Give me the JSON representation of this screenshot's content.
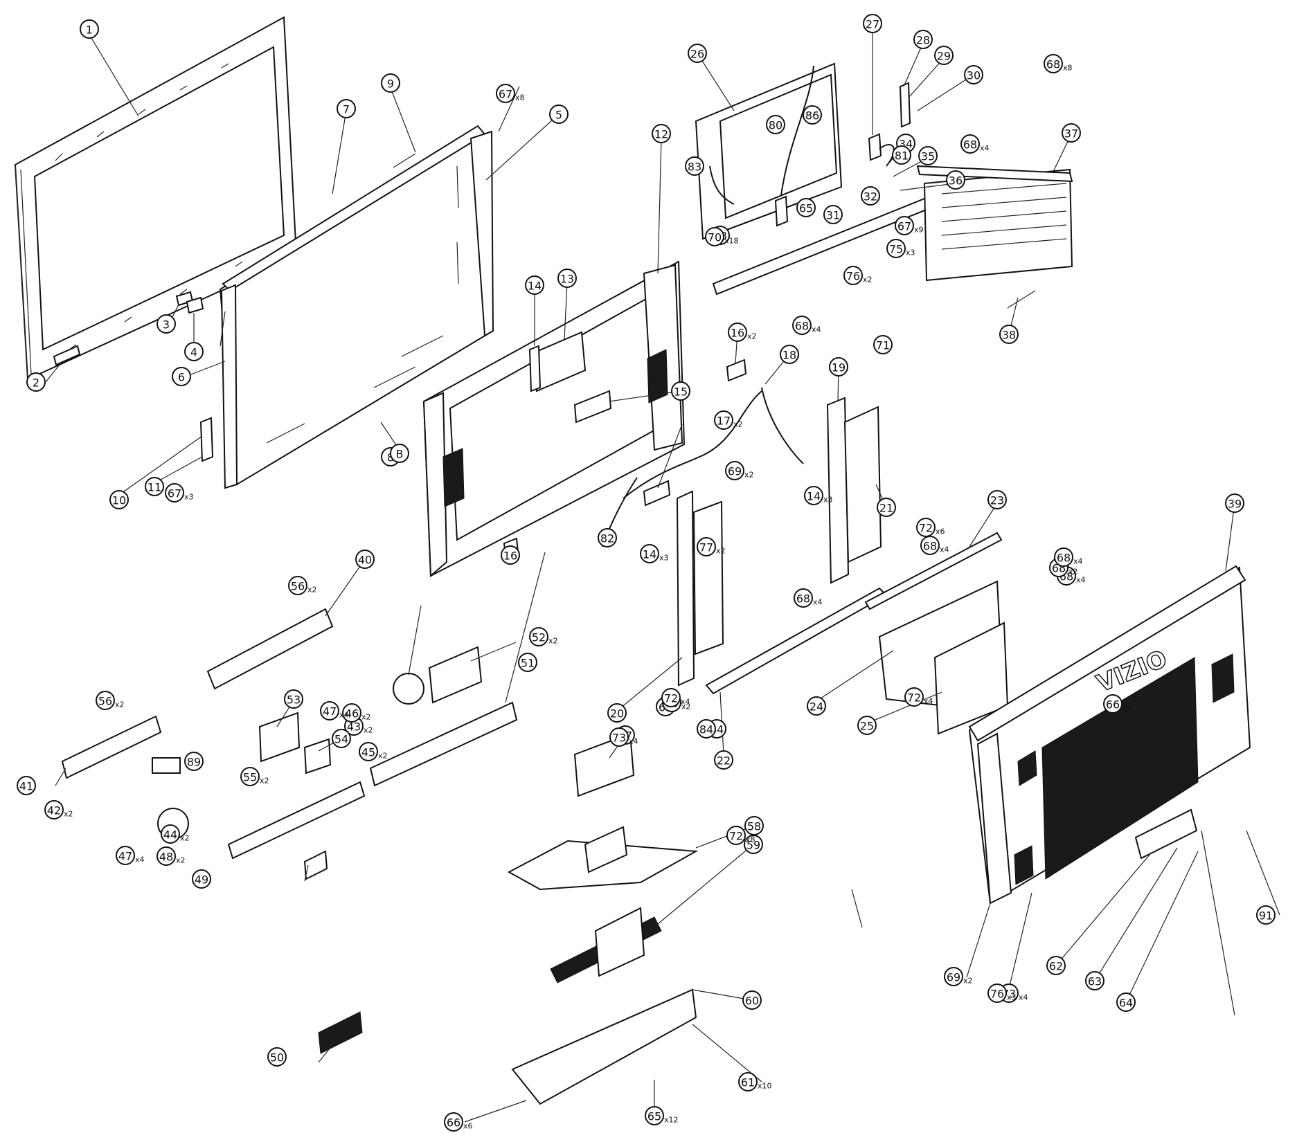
{
  "diagram": {
    "brand_mark": "VIZIO",
    "callouts": [
      {
        "label": "1",
        "qty": ""
      },
      {
        "label": "2",
        "qty": ""
      },
      {
        "label": "3",
        "qty": ""
      },
      {
        "label": "4",
        "qty": ""
      },
      {
        "label": "5",
        "qty": ""
      },
      {
        "label": "6",
        "qty": ""
      },
      {
        "label": "7",
        "qty": ""
      },
      {
        "label": "8",
        "qty": ""
      },
      {
        "label": "9",
        "qty": ""
      },
      {
        "label": "10",
        "qty": ""
      },
      {
        "label": "11",
        "qty": ""
      },
      {
        "label": "12",
        "qty": ""
      },
      {
        "label": "13",
        "qty": ""
      },
      {
        "label": "14",
        "qty": ""
      },
      {
        "label": "14",
        "qty": "x3"
      },
      {
        "label": "14",
        "qty": "x3"
      },
      {
        "label": "15",
        "qty": ""
      },
      {
        "label": "16",
        "qty": "x2"
      },
      {
        "label": "16",
        "qty": ""
      },
      {
        "label": "17",
        "qty": "x2"
      },
      {
        "label": "18",
        "qty": ""
      },
      {
        "label": "19",
        "qty": ""
      },
      {
        "label": "20",
        "qty": ""
      },
      {
        "label": "21",
        "qty": ""
      },
      {
        "label": "22",
        "qty": ""
      },
      {
        "label": "23",
        "qty": ""
      },
      {
        "label": "24",
        "qty": ""
      },
      {
        "label": "25",
        "qty": ""
      },
      {
        "label": "26",
        "qty": ""
      },
      {
        "label": "27",
        "qty": ""
      },
      {
        "label": "28",
        "qty": ""
      },
      {
        "label": "29",
        "qty": ""
      },
      {
        "label": "30",
        "qty": ""
      },
      {
        "label": "31",
        "qty": ""
      },
      {
        "label": "32",
        "qty": ""
      },
      {
        "label": "33",
        "qty": ""
      },
      {
        "label": "34",
        "qty": ""
      },
      {
        "label": "35",
        "qty": ""
      },
      {
        "label": "36",
        "qty": ""
      },
      {
        "label": "37",
        "qty": ""
      },
      {
        "label": "38",
        "qty": ""
      },
      {
        "label": "39",
        "qty": ""
      },
      {
        "label": "40",
        "qty": ""
      },
      {
        "label": "41",
        "qty": ""
      },
      {
        "label": "42",
        "qty": "x2"
      },
      {
        "label": "43",
        "qty": "x2"
      },
      {
        "label": "44",
        "qty": "x2"
      },
      {
        "label": "45",
        "qty": "x2"
      },
      {
        "label": "46",
        "qty": "x2"
      },
      {
        "label": "47",
        "qty": "x4"
      },
      {
        "label": "47",
        "qty": "x4"
      },
      {
        "label": "48",
        "qty": "x2"
      },
      {
        "label": "49",
        "qty": ""
      },
      {
        "label": "50",
        "qty": ""
      },
      {
        "label": "51",
        "qty": ""
      },
      {
        "label": "52",
        "qty": "x2"
      },
      {
        "label": "53",
        "qty": ""
      },
      {
        "label": "54",
        "qty": ""
      },
      {
        "label": "55",
        "qty": "x2"
      },
      {
        "label": "56",
        "qty": "x2"
      },
      {
        "label": "56",
        "qty": "x2"
      },
      {
        "label": "57",
        "qty": ""
      },
      {
        "label": "58",
        "qty": ""
      },
      {
        "label": "59",
        "qty": ""
      },
      {
        "label": "60",
        "qty": ""
      },
      {
        "label": "61",
        "qty": "x10"
      },
      {
        "label": "62",
        "qty": ""
      },
      {
        "label": "63",
        "qty": ""
      },
      {
        "label": "64",
        "qty": ""
      },
      {
        "label": "65",
        "qty": ""
      },
      {
        "label": "65",
        "qty": "x12"
      },
      {
        "label": "66",
        "qty": "x6"
      },
      {
        "label": "66",
        "qty": "x9"
      },
      {
        "label": "67",
        "qty": "x8"
      },
      {
        "label": "67",
        "qty": "x3"
      },
      {
        "label": "67",
        "qty": "x9"
      },
      {
        "label": "68",
        "qty": "x4"
      },
      {
        "label": "68",
        "qty": "x8"
      },
      {
        "label": "68",
        "qty": "x4"
      },
      {
        "label": "68",
        "qty": "x2"
      },
      {
        "label": "68",
        "qty": "x4"
      },
      {
        "label": "68",
        "qty": "x4"
      },
      {
        "label": "68",
        "qty": "x4"
      },
      {
        "label": "68",
        "qty": "x4"
      },
      {
        "label": "69",
        "qty": ""
      },
      {
        "label": "69",
        "qty": "x2"
      },
      {
        "label": "69",
        "qty": "x2"
      },
      {
        "label": "69",
        "qty": "x2"
      },
      {
        "label": "70",
        "qty": "x18"
      },
      {
        "label": "71",
        "qty": ""
      },
      {
        "label": "72",
        "qty": "x6"
      },
      {
        "label": "72",
        "qty": "x4"
      },
      {
        "label": "72",
        "qty": "x4"
      },
      {
        "label": "72",
        "qty": "x8"
      },
      {
        "label": "73",
        "qty": "x4"
      },
      {
        "label": "73",
        "qty": "x4"
      },
      {
        "label": "75",
        "qty": "x3"
      },
      {
        "label": "76",
        "qty": "x2"
      },
      {
        "label": "76",
        "qty": "x3"
      },
      {
        "label": "77",
        "qty": "x2"
      },
      {
        "label": "80",
        "qty": ""
      },
      {
        "label": "81",
        "qty": ""
      },
      {
        "label": "82",
        "qty": ""
      },
      {
        "label": "83",
        "qty": ""
      },
      {
        "label": "84",
        "qty": ""
      },
      {
        "label": "84",
        "qty": ""
      },
      {
        "label": "86",
        "qty": ""
      },
      {
        "label": "89",
        "qty": ""
      },
      {
        "label": "91",
        "qty": ""
      },
      {
        "label": "B",
        "qty": ""
      }
    ]
  }
}
